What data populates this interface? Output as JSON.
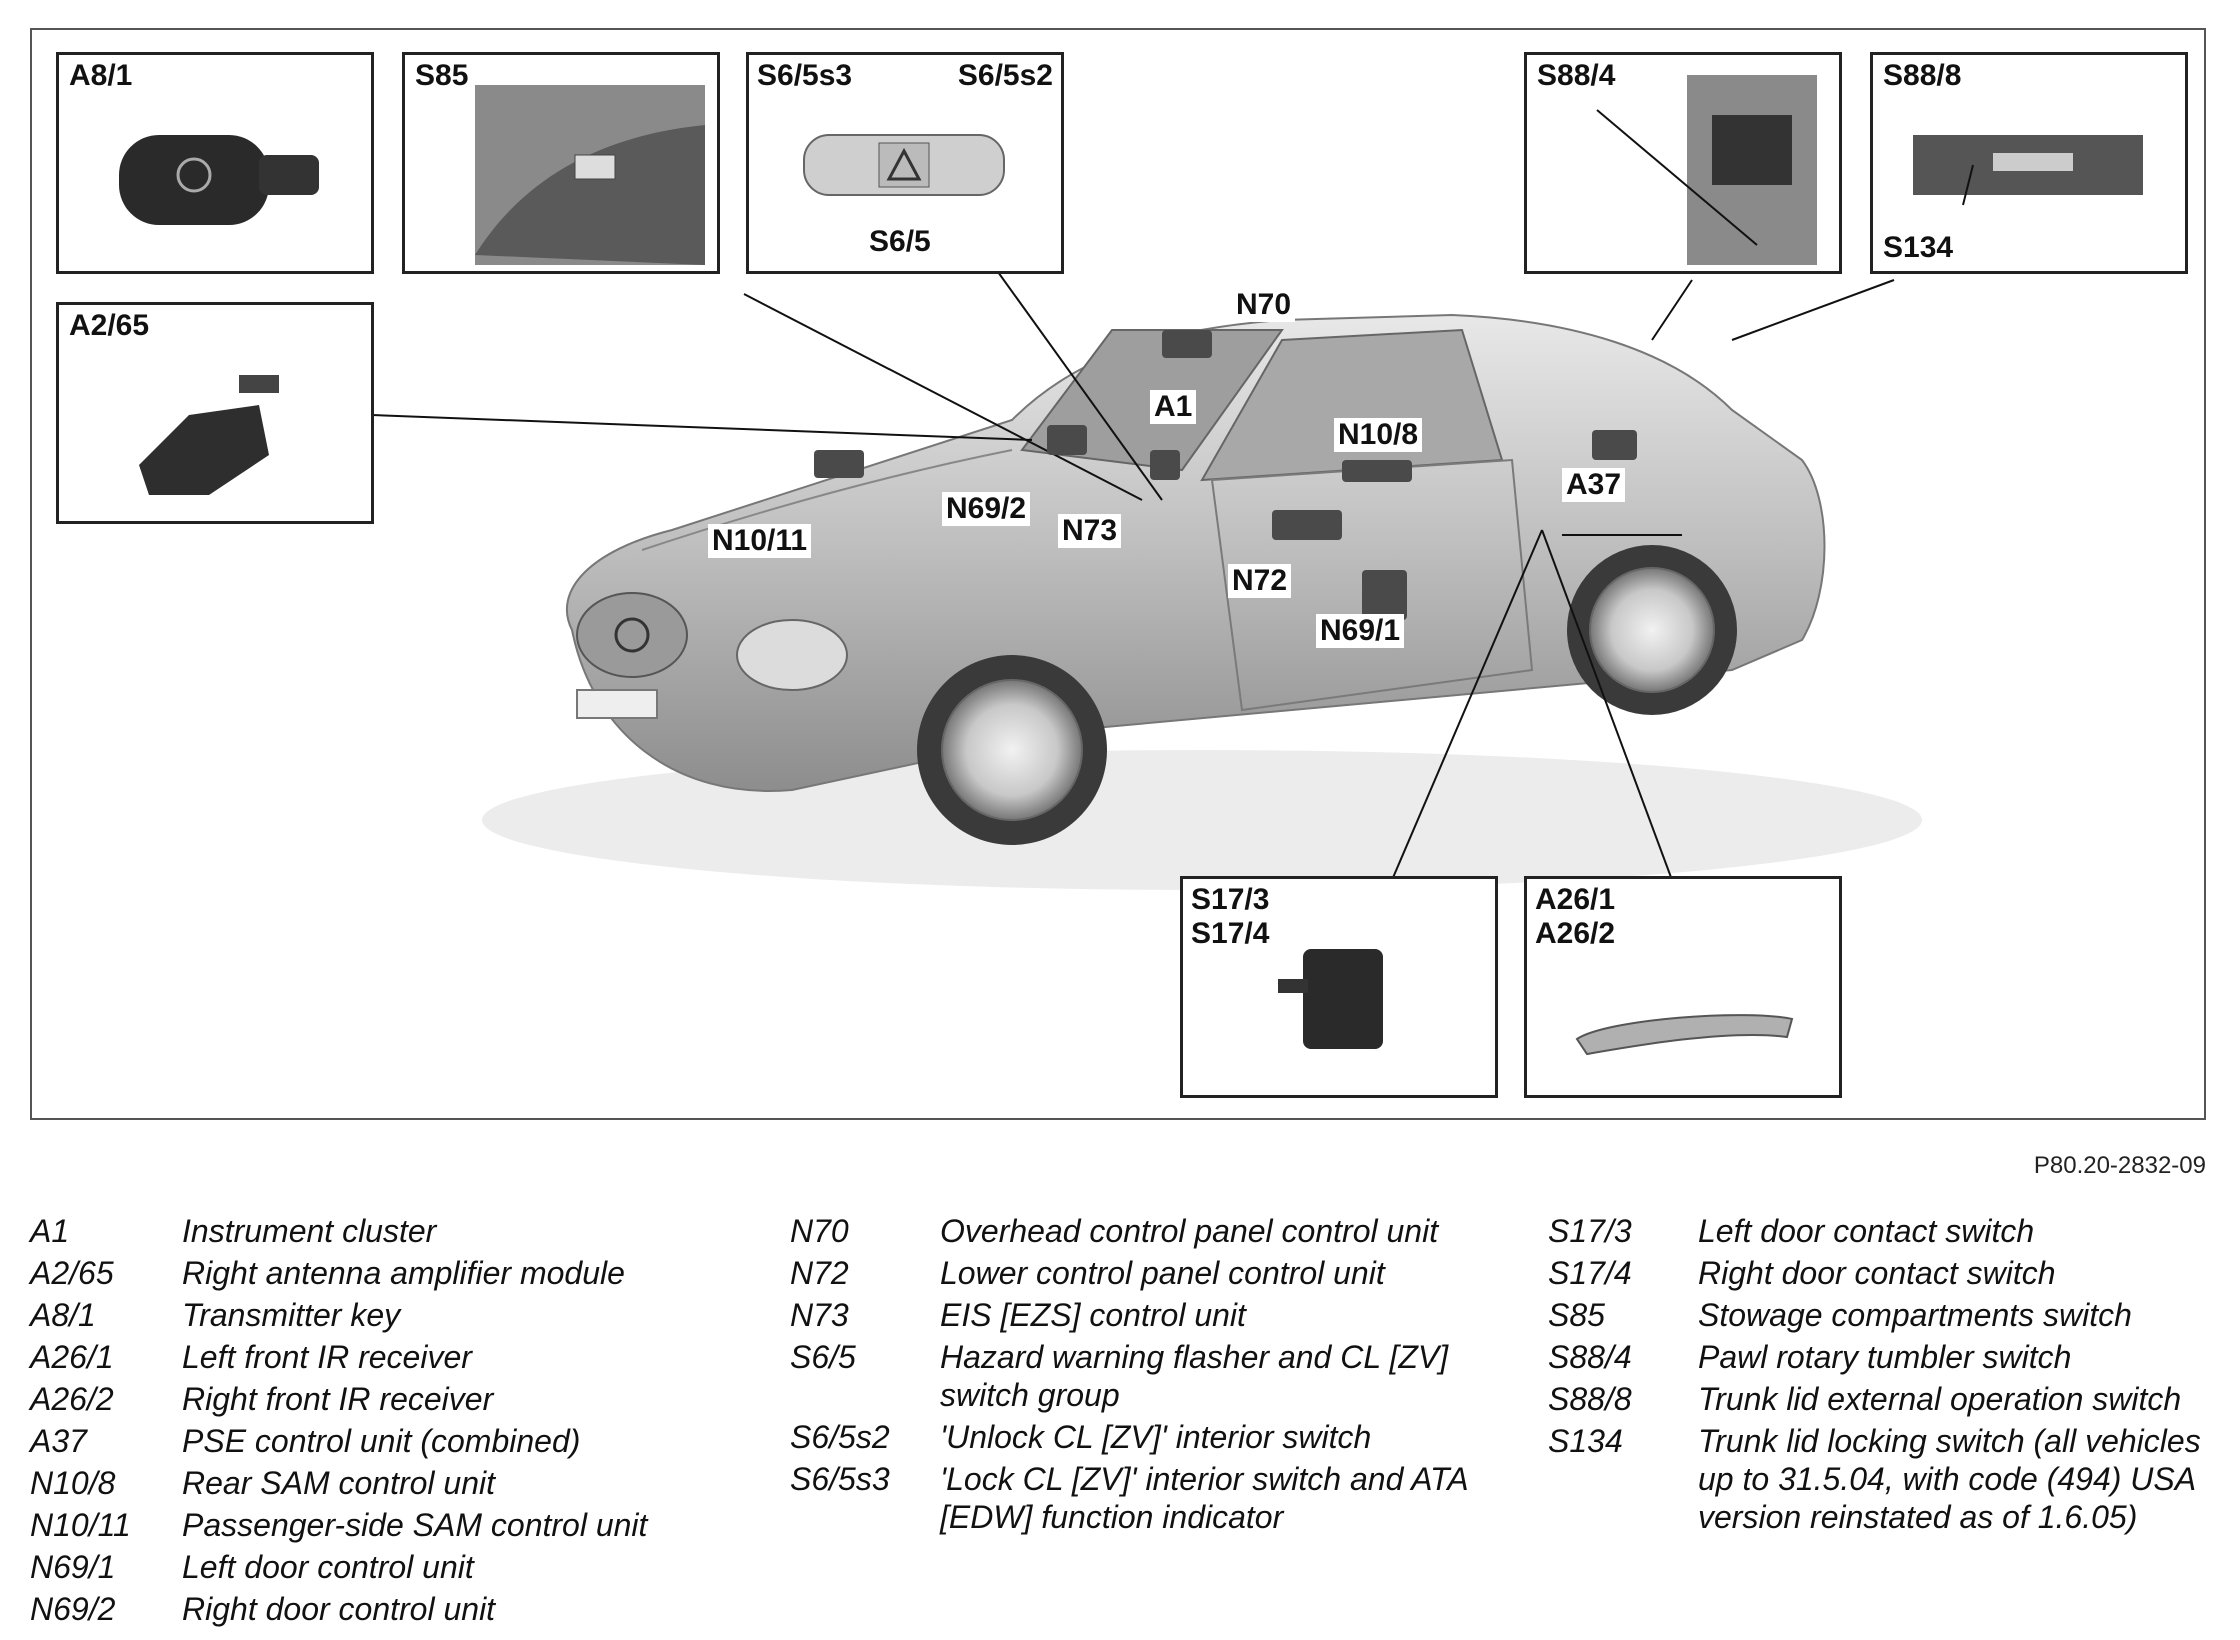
{
  "insets": {
    "a8_1": "A8/1",
    "s85": "S85",
    "s6_5s3": "S6/5s3",
    "s6_5s2": "S6/5s2",
    "s6_5": "S6/5",
    "s88_4": "S88/4",
    "s88_8": "S88/8",
    "s134": "S134",
    "a2_65": "A2/65",
    "s17_3": "S17/3",
    "s17_4": "S17/4",
    "a26_1": "A26/1",
    "a26_2": "A26/2"
  },
  "callouts": {
    "n70": "N70",
    "a1": "A1",
    "n10_8": "N10/8",
    "a37": "A37",
    "n69_2": "N69/2",
    "n73": "N73",
    "n10_11": "N10/11",
    "n72": "N72",
    "n69_1": "N69/1"
  },
  "figure_code": "P80.20-2832-09",
  "legend": {
    "col1": [
      {
        "code": "A1",
        "desc": "Instrument cluster"
      },
      {
        "code": "A2/65",
        "desc": "Right antenna amplifier module"
      },
      {
        "code": "A8/1",
        "desc": "Transmitter key"
      },
      {
        "code": "A26/1",
        "desc": "Left front IR receiver"
      },
      {
        "code": "A26/2",
        "desc": "Right front IR receiver"
      },
      {
        "code": "A37",
        "desc": "PSE control unit (combined)"
      },
      {
        "code": "N10/8",
        "desc": "Rear SAM control unit"
      },
      {
        "code": "N10/11",
        "desc": "Passenger-side SAM control unit"
      },
      {
        "code": "N69/1",
        "desc": "Left door control unit"
      },
      {
        "code": "N69/2",
        "desc": "Right door control unit"
      }
    ],
    "col2": [
      {
        "code": "N70",
        "desc": "Overhead control panel control unit"
      },
      {
        "code": "N72",
        "desc": "Lower control panel control unit"
      },
      {
        "code": "N73",
        "desc": "EIS [EZS] control unit"
      },
      {
        "code": "S6/5",
        "desc": "Hazard warning flasher and CL [ZV] switch group"
      },
      {
        "code": "S6/5s2",
        "desc": "'Unlock CL [ZV]' interior switch"
      },
      {
        "code": "S6/5s3",
        "desc": "'Lock CL [ZV]' interior switch and ATA [EDW] function indicator"
      }
    ],
    "col3": [
      {
        "code": "S17/3",
        "desc": "Left door contact switch"
      },
      {
        "code": "S17/4",
        "desc": "Right door contact switch"
      },
      {
        "code": "S85",
        "desc": "Stowage compartments switch"
      },
      {
        "code": "S88/4",
        "desc": "Pawl rotary tumbler switch"
      },
      {
        "code": "S88/8",
        "desc": "Trunk lid external operation switch"
      },
      {
        "code": "S134",
        "desc": "Trunk lid locking switch (all vehicles up to 31.5.04, with code (494) USA version reinstated as of 1.6.05)"
      }
    ]
  }
}
